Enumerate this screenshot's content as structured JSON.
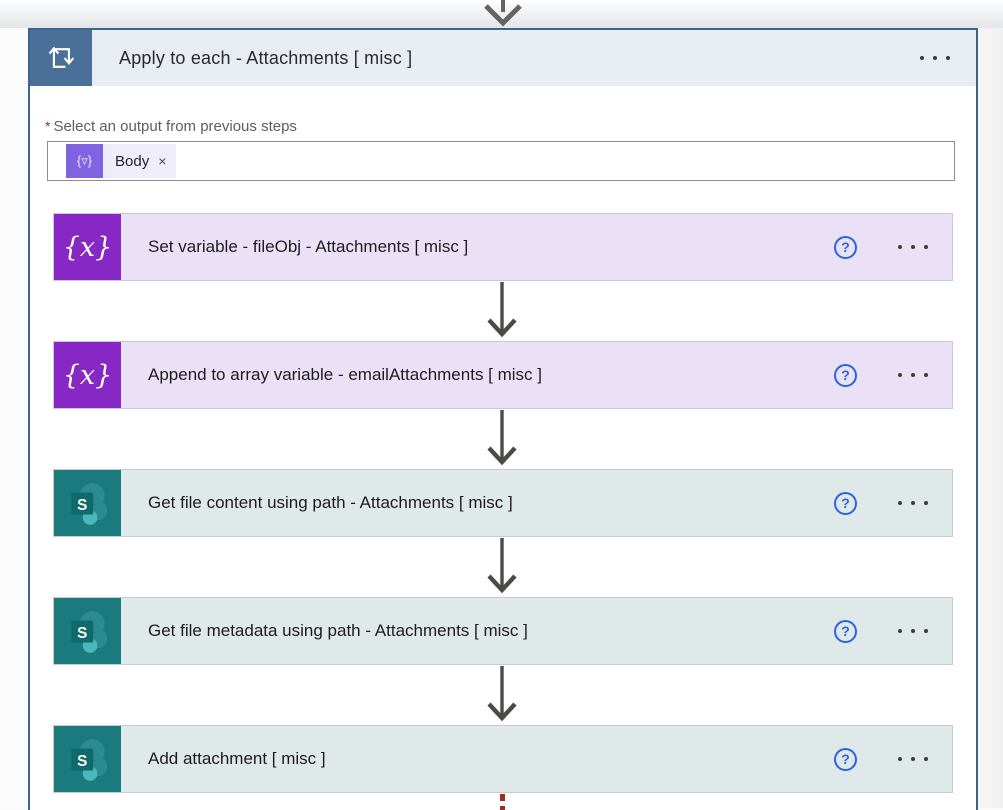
{
  "scope": {
    "title": "Apply to each - Attachments [ misc ]"
  },
  "parameter": {
    "required_marker": "*",
    "label": "Select an output from previous steps",
    "token": {
      "icon_glyph": "{▿}",
      "label": "Body",
      "remove_glyph": "×"
    }
  },
  "icons": {
    "variable_glyph": "{x}",
    "help_glyph": "?"
  },
  "actions": [
    {
      "title": "Set variable - fileObj - Attachments [ misc ]",
      "connector": "variable"
    },
    {
      "title": "Append to array variable - emailAttachments [ misc ]",
      "connector": "variable"
    },
    {
      "title": "Get file content using path - Attachments [ misc ]",
      "connector": "sharepoint"
    },
    {
      "title": "Get file metadata using path - Attachments [ misc ]",
      "connector": "sharepoint"
    },
    {
      "title": "Add attachment [ misc ]",
      "connector": "sharepoint"
    }
  ],
  "colors": {
    "scope_border": "#3f648b",
    "scope_tile": "#4a7099",
    "scope_header_bg": "#e8edf3",
    "variable_tile": "#8727c4",
    "variable_card_bg": "#ebe1f7",
    "sharepoint_tile": "#1a7a7e",
    "sharepoint_card_bg": "#dfe9ea",
    "token_icon": "#7f63e0",
    "token_bg": "#f0edfb",
    "help_blue": "#2e62d9",
    "arrow_gray": "#4d4b49",
    "error_red": "#9f2f24",
    "required_red": "#a4262c"
  }
}
